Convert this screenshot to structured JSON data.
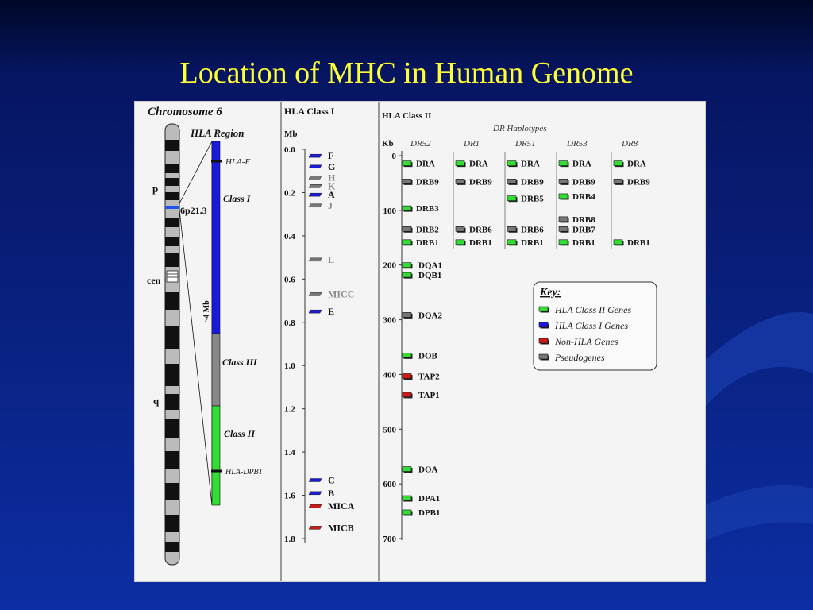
{
  "slide": {
    "title": "Location of MHC in Human Genome",
    "colors": {
      "background": "#0b1d6e",
      "title": "#ffff33",
      "class_i": "#1a1adc",
      "class_ii": "#33dd33",
      "non_hla": "#cc1a1a",
      "pseudo": "#777777"
    }
  },
  "chromosome": {
    "title": "Chromosome 6",
    "region_label": "HLA Region",
    "arm_p": "p",
    "centromere": "cen",
    "arm_q": "q",
    "band": "6p21.3",
    "size": "~4 Mb",
    "hla_f": "HLA-F",
    "hla_dpb1": "HLA-DPB1",
    "class_i": "Class I",
    "class_iii": "Class III",
    "class_ii": "Class II"
  },
  "class_i": {
    "title": "HLA Class I",
    "unit": "Mb",
    "ticks": [
      "0.0",
      "0.2",
      "0.4",
      "0.6",
      "0.8",
      "1.0",
      "1.2",
      "1.4",
      "1.6",
      "1.8"
    ],
    "genes": [
      {
        "label": "F",
        "pos": 0.03,
        "type": "class_i"
      },
      {
        "label": "G",
        "pos": 0.08,
        "type": "class_i"
      },
      {
        "label": "H",
        "pos": 0.13,
        "type": "pseudo"
      },
      {
        "label": "K",
        "pos": 0.17,
        "type": "pseudo"
      },
      {
        "label": "A",
        "pos": 0.21,
        "type": "class_i"
      },
      {
        "label": "J",
        "pos": 0.26,
        "type": "pseudo"
      },
      {
        "label": "L",
        "pos": 0.51,
        "type": "pseudo"
      },
      {
        "label": "MICC",
        "pos": 0.67,
        "type": "pseudo"
      },
      {
        "label": "E",
        "pos": 0.75,
        "type": "class_i"
      },
      {
        "label": "C",
        "pos": 1.53,
        "type": "class_i"
      },
      {
        "label": "B",
        "pos": 1.59,
        "type": "class_i"
      },
      {
        "label": "MICA",
        "pos": 1.65,
        "type": "non_hla"
      },
      {
        "label": "MICB",
        "pos": 1.75,
        "type": "non_hla"
      }
    ]
  },
  "class_ii": {
    "title": "HLA Class II",
    "haplotypes_title": "DR Haplotypes",
    "unit": "Kb",
    "ticks": [
      "0",
      "100",
      "200",
      "300",
      "400",
      "500",
      "600",
      "700"
    ],
    "haplotypes": [
      "DR52",
      "DR1",
      "DR51",
      "DR53",
      "DR8"
    ],
    "dr_genes": [
      [
        {
          "label": "DRA",
          "kb": 14,
          "type": "class_ii"
        },
        {
          "label": "DRB9",
          "kb": 47,
          "type": "pseudo"
        },
        {
          "label": "DRB3",
          "kb": 96,
          "type": "class_ii"
        },
        {
          "label": "DRB2",
          "kb": 134,
          "type": "pseudo"
        },
        {
          "label": "DRB1",
          "kb": 158,
          "type": "class_ii"
        }
      ],
      [
        {
          "label": "DRA",
          "kb": 14,
          "type": "class_ii"
        },
        {
          "label": "DRB9",
          "kb": 47,
          "type": "pseudo"
        },
        {
          "label": "DRB6",
          "kb": 134,
          "type": "pseudo"
        },
        {
          "label": "DRB1",
          "kb": 158,
          "type": "class_ii"
        }
      ],
      [
        {
          "label": "DRA",
          "kb": 14,
          "type": "class_ii"
        },
        {
          "label": "DRB9",
          "kb": 47,
          "type": "pseudo"
        },
        {
          "label": "DRB5",
          "kb": 78,
          "type": "class_ii"
        },
        {
          "label": "DRB6",
          "kb": 134,
          "type": "pseudo"
        },
        {
          "label": "DRB1",
          "kb": 158,
          "type": "class_ii"
        }
      ],
      [
        {
          "label": "DRA",
          "kb": 14,
          "type": "class_ii"
        },
        {
          "label": "DRB9",
          "kb": 47,
          "type": "pseudo"
        },
        {
          "label": "DRB4",
          "kb": 74,
          "type": "class_ii"
        },
        {
          "label": "DRB8",
          "kb": 116,
          "type": "pseudo"
        },
        {
          "label": "DRB7",
          "kb": 134,
          "type": "pseudo"
        },
        {
          "label": "DRB1",
          "kb": 158,
          "type": "class_ii"
        }
      ],
      [
        {
          "label": "DRA",
          "kb": 14,
          "type": "class_ii"
        },
        {
          "label": "DRB9",
          "kb": 47,
          "type": "pseudo"
        },
        {
          "label": "DRB1",
          "kb": 158,
          "type": "class_ii"
        }
      ]
    ],
    "other_genes": [
      {
        "label": "DQA1",
        "kb": 200,
        "type": "class_ii"
      },
      {
        "label": "DQB1",
        "kb": 218,
        "type": "class_ii"
      },
      {
        "label": "DQA2",
        "kb": 291,
        "type": "pseudo"
      },
      {
        "label": "DOB",
        "kb": 365,
        "type": "class_ii"
      },
      {
        "label": "TAP2",
        "kb": 403,
        "type": "non_hla"
      },
      {
        "label": "TAP1",
        "kb": 437,
        "type": "non_hla"
      },
      {
        "label": "DOA",
        "kb": 573,
        "type": "class_ii"
      },
      {
        "label": "DPA1",
        "kb": 626,
        "type": "class_ii"
      },
      {
        "label": "DPB1",
        "kb": 652,
        "type": "class_ii"
      }
    ]
  },
  "key": {
    "title": "Key:",
    "items": [
      {
        "label": "HLA Class II Genes",
        "type": "class_ii"
      },
      {
        "label": "HLA Class I Genes",
        "type": "class_i"
      },
      {
        "label": "Non-HLA Genes",
        "type": "non_hla"
      },
      {
        "label": "Pseudogenes",
        "type": "pseudo"
      }
    ]
  }
}
